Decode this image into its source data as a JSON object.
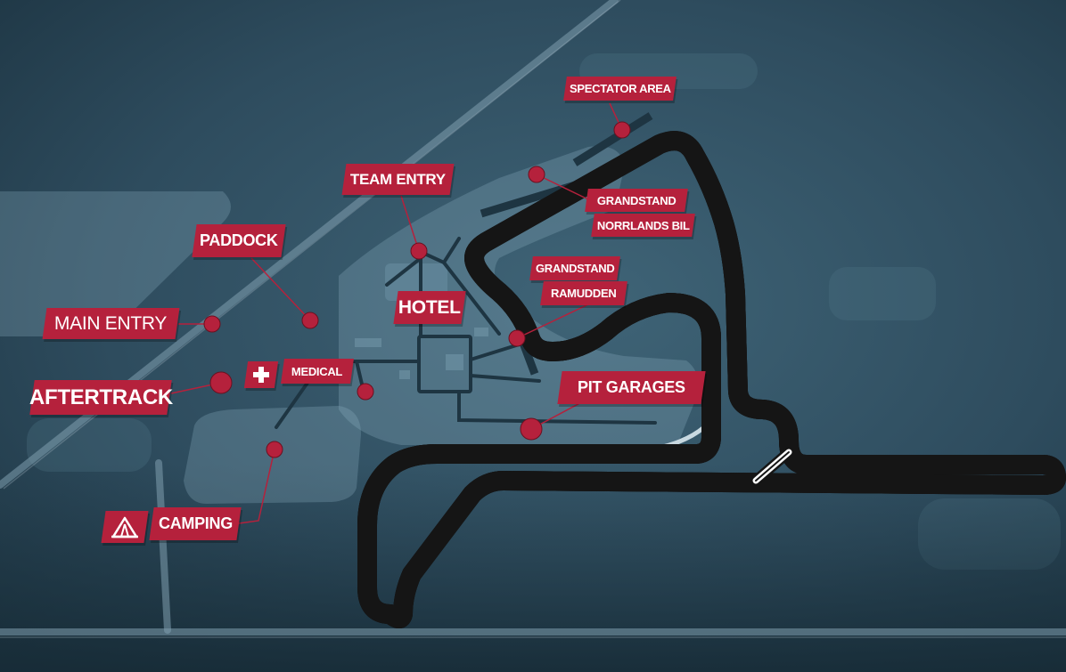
{
  "colors": {
    "accent": "#b5213c",
    "track": "#ffffff",
    "background": "#2c4a5c",
    "roads": "#1e3542"
  },
  "icons": {
    "medical": "medical-cross-icon",
    "camping": "tent-icon"
  },
  "labels": {
    "spectator_area": "SPECTATOR AREA",
    "team_entry": "TEAM ENTRY",
    "grandstand_norrlands_1": "GRANDSTAND",
    "grandstand_norrlands_2": "NORRLANDS BIL",
    "paddock": "PADDOCK",
    "grandstand_ramudden_1": "GRANDSTAND",
    "grandstand_ramudden_2": "RAMUDDEN",
    "hotel": "HOTEL",
    "main_entry": "MAIN ENTRY",
    "medical": "MEDICAL",
    "pit_garages": "PIT GARAGES",
    "aftertrack": "AFTERTRACK",
    "camping": "CAMPING"
  }
}
